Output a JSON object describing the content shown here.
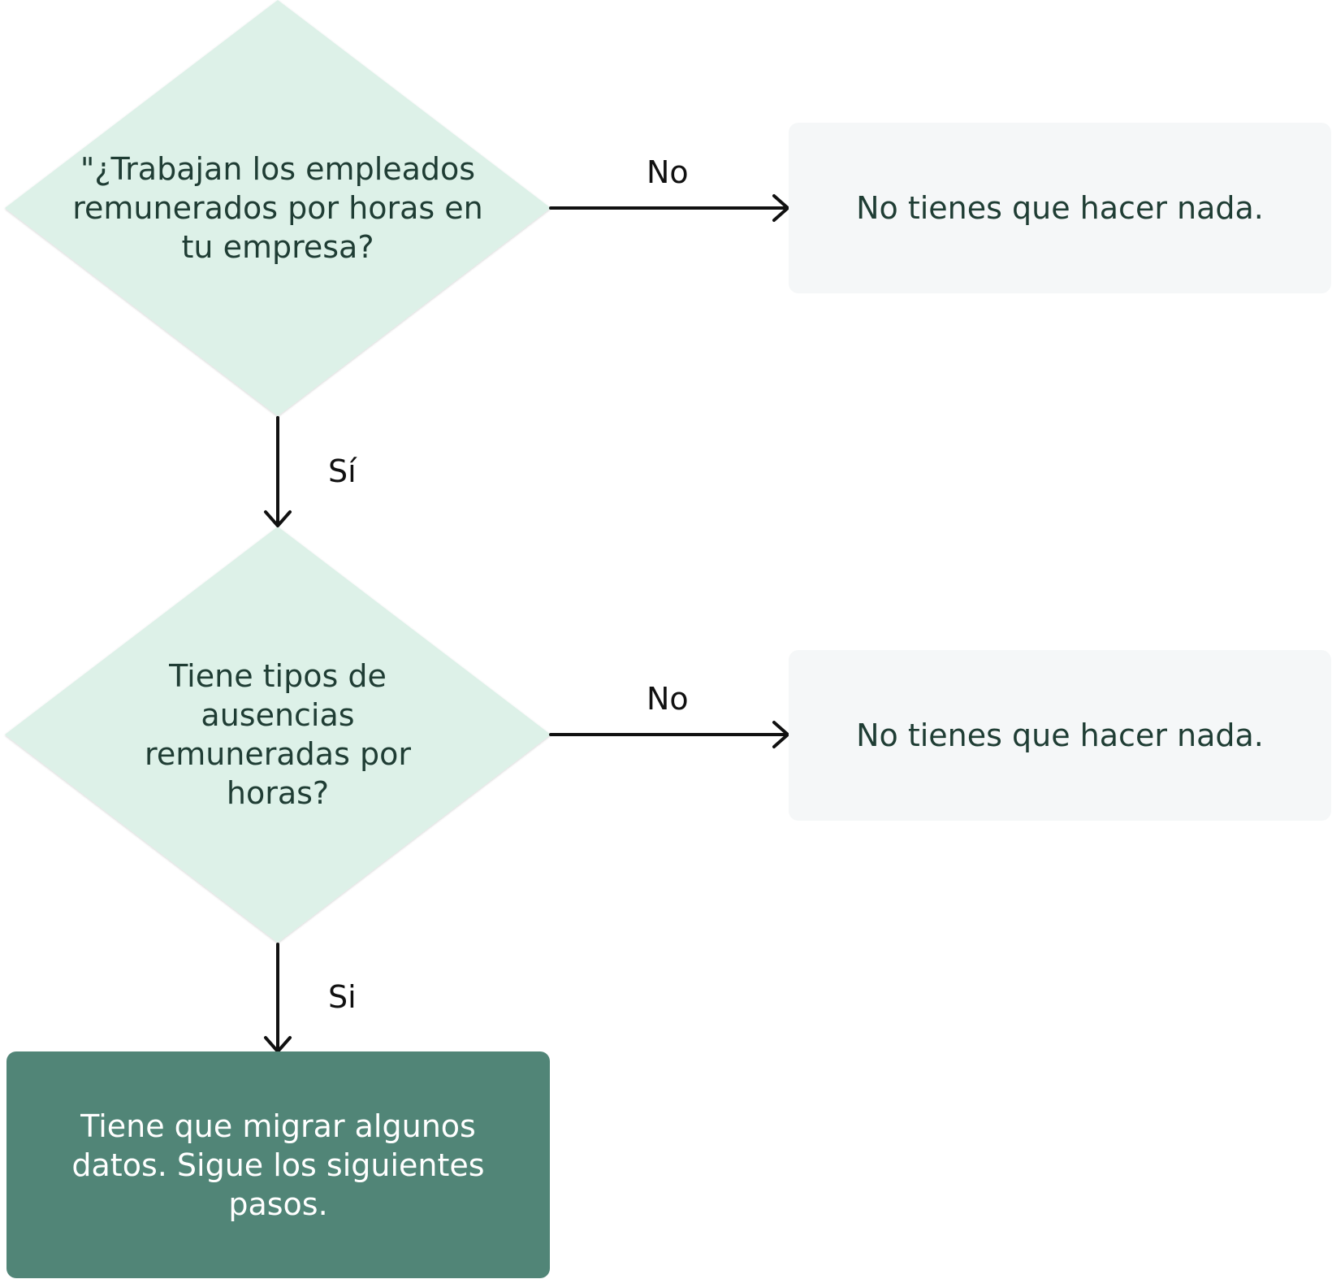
{
  "colors": {
    "decision_fill": "#ddf1e8",
    "decision_text": "#1f3d34",
    "neutral_fill": "#f5f7f8",
    "result_fill": "#518577",
    "result_text": "#ffffff",
    "connector": "#111111"
  },
  "decisions": [
    {
      "text": "\"¿Trabajan los empleados remunerados por horas en tu empresa?"
    },
    {
      "text": "Tiene tipos de ausencias remuneradas por horas?"
    }
  ],
  "outcomes": [
    {
      "text": "No tienes que hacer nada."
    },
    {
      "text": "No tienes que hacer nada."
    }
  ],
  "result": {
    "text": "Tiene que migrar algunos datos. Sigue los siguientes pasos."
  },
  "edges": {
    "d1_no": "No",
    "d1_yes": "Sí",
    "d2_no": "No",
    "d2_yes": "Si"
  }
}
